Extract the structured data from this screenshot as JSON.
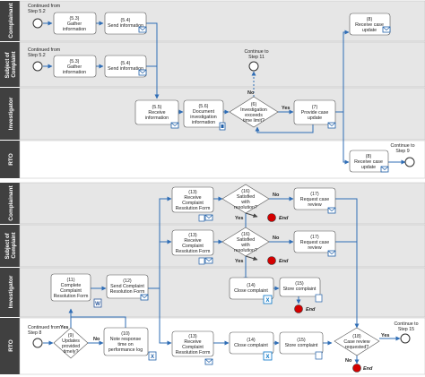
{
  "lanes_top": [
    {
      "id": "complainant",
      "label": "Complainant"
    },
    {
      "id": "subject",
      "label": [
        "Subject of",
        "Complaint"
      ]
    },
    {
      "id": "investigator",
      "label": "Investigator"
    },
    {
      "id": "rto",
      "label": "RTO"
    }
  ],
  "lanes_bottom": [
    {
      "id": "complainant2",
      "label": "Complainant"
    },
    {
      "id": "subject2",
      "label": [
        "Subject of",
        "Complaint"
      ]
    },
    {
      "id": "investigator2",
      "label": "Investigator"
    },
    {
      "id": "rto2",
      "label": "RTO"
    }
  ],
  "steps": {
    "s53": [
      "(5.3)",
      "Gather",
      "information"
    ],
    "s54a": [
      "(5.4)",
      "Send information"
    ],
    "s53b": [
      "(5.3)",
      "Gather",
      "information"
    ],
    "s54b": [
      "(5.4)",
      "Send information"
    ],
    "s55": [
      "(5.5)",
      "Receive",
      "information"
    ],
    "s56": [
      "(5.6)",
      "Document",
      "investigation",
      "information"
    ],
    "s6": [
      "(6)",
      "Investigation",
      "exceeds",
      "time limit?"
    ],
    "s7": [
      "(7)",
      "Provide case",
      "update"
    ],
    "s8a": [
      "(8)",
      "Receive case",
      "update"
    ],
    "s8b": [
      "(8)",
      "Receive case",
      "update"
    ],
    "s13a": [
      "(13)",
      "Receive",
      "Complaint",
      "Resolution Form"
    ],
    "s16a": [
      "(16)",
      "Satisfied",
      "with",
      "resolution?"
    ],
    "s17a": [
      "(17)",
      "Request case",
      "review"
    ],
    "s13b": [
      "(13)",
      "Receive",
      "Complaint",
      "Resolution Form"
    ],
    "s16b": [
      "(16)",
      "Satisfied",
      "with",
      "resolution?"
    ],
    "s17b": [
      "(17)",
      "Request case",
      "review"
    ],
    "s11": [
      "(11)",
      "Complete",
      "Complaint",
      "Resolution Form"
    ],
    "s12": [
      "(12)",
      "Send Complaint",
      "Resolution Form"
    ],
    "s14a": [
      "(14)",
      "Close complaint"
    ],
    "s15a": [
      "(15)",
      "Store complaint"
    ],
    "s9": [
      "(9)",
      "Updates",
      "provided",
      "timely?"
    ],
    "s10": [
      "(10)",
      "Note response",
      "time on",
      "performance log"
    ],
    "s13c": [
      "(13)",
      "Receive",
      "Complaint",
      "Resolution Form"
    ],
    "s14b": [
      "(14)",
      "Close complaint"
    ],
    "s15b": [
      "(15)",
      "Store complaint"
    ],
    "s18": [
      "(18)",
      "Case review",
      "requested?"
    ]
  },
  "notes": {
    "cont52a": [
      "Continued from",
      "Step 5.2"
    ],
    "cont52b": [
      "Continued from",
      "Step 5.2"
    ],
    "cont11": [
      "Continue to",
      "Step 11"
    ],
    "cont9": [
      "Continue to",
      "Step 9"
    ],
    "cont8": [
      "Continued from",
      "Step 8"
    ],
    "cont15": [
      "Continue to",
      "Step 15"
    ]
  },
  "labels": {
    "no": "No",
    "yes": "Yes",
    "end": "End"
  },
  "icons": {
    "email": "email-icon",
    "document": "document-icon",
    "word": "word-doc-icon",
    "excel": "excel-doc-icon",
    "outlook": "outlook-doc-icon",
    "file": "file-icon"
  },
  "colors": {
    "lane_header": "#404040",
    "lane_bg": "#e6e6e6",
    "lane_alt_bg": "#ffffff",
    "connector": "#2f6db5",
    "end_red": "#d40000",
    "icon_blue": "#1f5fa8"
  }
}
